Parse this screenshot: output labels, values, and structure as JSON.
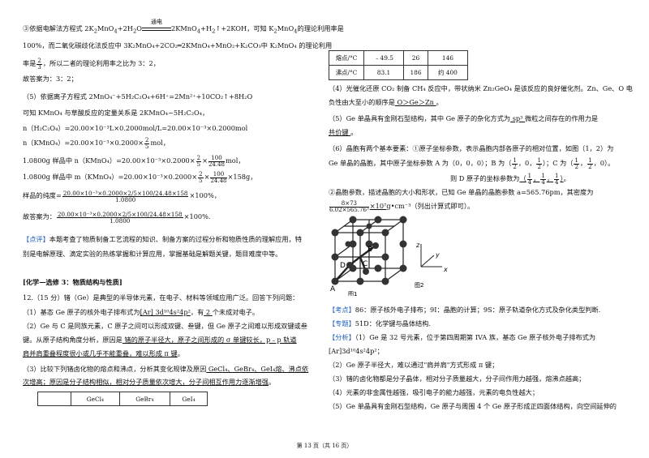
{
  "left": {
    "l1a": "③依据电解法方程式 2K",
    "l1b": "2",
    "l1c": "MnO",
    "l1d": "4",
    "l1e": "+2H",
    "l1f": "2",
    "l1g": "O",
    "l1arrow": "通电",
    "l1h": "2KMnO",
    "l1i": "4",
    "l1j": "+H",
    "l1k": "2",
    "l1l": "↑+2KOH，可知 K",
    "l1m": "2",
    "l1n": "MnO",
    "l1o": "4",
    "l1p": "的理论利用率是",
    "l2": "100%，而二氧化碳歧化法反应中 3K₂MnO₄+2CO₂═2KMnO₄+MnO₂+K₂CO₃中 K₂MnO₄ 的理论利用",
    "l3a": "率是",
    "l3num": "2",
    "l3den": "3",
    "l3b": "，所以二者的理论利用率之比为 3：2，",
    "l4": "故答案为：3：2；",
    "l5": "（5）依据离子方程式 2MnO₄⁻+5H₂C₂O₄+6H⁺=2Mn²⁺+10CO₂↑+8H₂O",
    "l6": "可知 KMnO₄ 与草酸反应的定量关系是 2KMnO₄~5H₂C₂O₄，",
    "l7": "n（H₂C₂O₄）=20.00×10⁻³L×0.2000mol/L=20.00×10⁻³×0.2000mol",
    "l8a": "n（KMnO₄）=20.00×10⁻³×0.2000×",
    "l8num": "2",
    "l8den": "5",
    "l8b": "mol，",
    "l9a": "1.0800g 样品中 n（KMnO₄）=20.00×10⁻³×0.2000×",
    "l9num1": "2",
    "l9den1": "5",
    "l9c": "×",
    "l9num2": "100",
    "l9den2": "24.48",
    "l9b": "mol，",
    "l10a": "1.0800g 样品中 m（KMnO₄）=20.00×10⁻³×0.2000×",
    "l10num1": "2",
    "l10den1": "5",
    "l10c": "×",
    "l10num2": "100",
    "l10den2": "24.48",
    "l10b": "×158g，",
    "l11a": "样品的纯度=",
    "l11num": "20.00×10⁻³×0.2000×2/5×100/24.48×158",
    "l11den": "1.0800",
    "l11b": "×100%，",
    "l12a": "故答案为：",
    "l12num": "20.00×10⁻³×0.2000×2/5×100/24.48×158",
    "l12den": "1.0800",
    "l12b": "×100%.",
    "l13a": "【点评】",
    "l13b": "本题考查了物质制备工艺流程的知识、制备方案的过程分析和物质性质的理解应用，特",
    "l14": "别是电解原理、滴定实验的热练掌握和计算应用，掌握基础是解题关键，题目难度中等。",
    "sect": "[化学—选修 3：物质结构与性质]",
    "q12": "12.（15 分）锗（Ge）是典型的半导体元素，在电子、材料等领域应用广泛。回答下列问题：",
    "q1a": "（1）基态 Ge 原子的核外电子排布式为",
    "q1b": "[Ar]  3d¹⁰4s²4p²",
    "q1c": "，有",
    "q1d": "  2  ",
    "q1e": "个未成对电子。",
    "q2a": "（2）Ge 与 C 是同族元素，C 原子之间可以形成双键、叁键，但 Ge 原子之间难以形成双键或叁",
    "q2b": "键。从原子结构角度分析，原因是",
    "q2c": "  锗的原子半径大，原子之间形成的 σ 单键较长，p﹣p 轨道",
    "q2d": "肩并肩重叠程度很小或几乎不能重叠，难以形成 π 键",
    "q2e": "。",
    "q3a": "（3）比较下列锗卤化物的熔点和沸点，分析其变化规律及原因",
    "q3b": "  GeCl₄、GeBr₄、GeI₄熔、沸点依",
    "q3c": "次增高；原因是分子结构相似，相对分子质量依次增大，分子间相互作用力逐渐增强",
    "q3d": "。",
    "table": [
      "GeCl₄",
      "GeBr₄",
      "GeI₄"
    ]
  },
  "right": {
    "t_r1": [
      "熔点/°C",
      "﹣49.5",
      "26",
      "146"
    ],
    "t_r2": [
      "沸点/°C",
      "83.1",
      "186",
      "约 400"
    ],
    "r4a": "（4）光催化还原 CO₂ 制备 CH₄ 反应中，带状纳米 Zn₂GeO₄ 是该反应的良好催化剂。Zn、Ge、O 电",
    "r4b": "负性由大至小的顺序是",
    "r4c": "  O＞Ge＞Zn  ",
    "r4d": "。",
    "r5a": "（5）Ge 单晶具有金刚石型结构，其中 Ge 原子的杂化方式为",
    "r5b": "  sp³  ",
    "r5c": "微粒之间存在的作用力是",
    "r5d": "  共价键  ",
    "r5e": "。",
    "r6a": "（6）晶胞有两个基本要素：①原子坐标参数，表示晶胞内部各原子的相对位置，如图（1，2）为",
    "r6b": "Ge 单晶的晶胞，其中原子坐标参数 A 为（0，0，0）；B 为（",
    "r6bx": "1",
    "r6by": "2",
    "r6bz": "，0，",
    "r6c": "）；C 为（",
    "r6d": "，",
    "r6e": "，0）。",
    "r7a": "则 D 原子的坐标参数为",
    "r7b": "（",
    "r7n": "1",
    "r7d": "4",
    "r7c": "）",
    "r7e": "。",
    "r8a": "②晶胞参数，描述晶胞的大小和形状，已知 Ge 单晶的晶胞参数 a=565.76pm，其密度为",
    "r9num": "8×73",
    "r9den": "6.02×565.76³",
    "r9b": "×10⁷",
    "r9c": "g•cm⁻³（列出计算式即可）。",
    "fig1": "图1",
    "fig2": "图2",
    "labA": "A",
    "labB": "B",
    "labC": "C",
    "labD": "D",
    "axz": "z",
    "axy": "y",
    "axx": "x",
    "k1a": "【考点】",
    "k1b": "86：原子核外电子排布；9I：晶胞的计算；9S：原子轨道杂化方式及杂化类型判断.",
    "k2a": "【专题】",
    "k2b": "51D：化学键与晶体结构.",
    "k3a": "【分析】",
    "k3b": "（1）Ge 是 32 号元素，位于第四周期第 IVA 族，基态 Ge 原子核外电子排布式为",
    "k4": "[Ar]3d¹⁰4s²4p²；",
    "k5": "（2）Ge 原子半径大，难以通过\"肩并肩\"方式形成 π 键；",
    "k6": "（3）锗的卤化物都是分子晶体，相对分子质量越大，分子间作用力越强，熔沸点越高；",
    "k7": "（4）元素的非金属性越强，吸引电子的能力越强，元素的电负性越大；",
    "k8": "（5）Ge 单晶具有金刚石型结构，Ge 原子与周围 4 个 Ge 原子形成正四面体结构，向空间延伸的"
  },
  "footer": "第 13 页（共 16 页）"
}
